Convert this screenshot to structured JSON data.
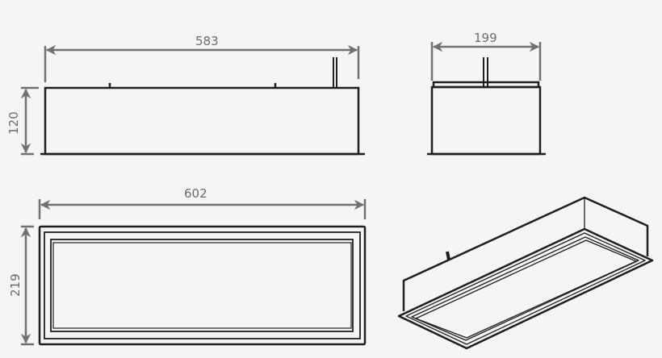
{
  "diagram": {
    "background_color": "#f5f5f5",
    "line_color": "#1e1e1e",
    "dimension_color": "#707070",
    "views": {
      "front": {
        "width_label": "583",
        "height_label": "120"
      },
      "side": {
        "width_label": "199"
      },
      "top": {
        "width_label": "602",
        "height_label": "219"
      },
      "isometric": {
        "label": ""
      }
    }
  }
}
